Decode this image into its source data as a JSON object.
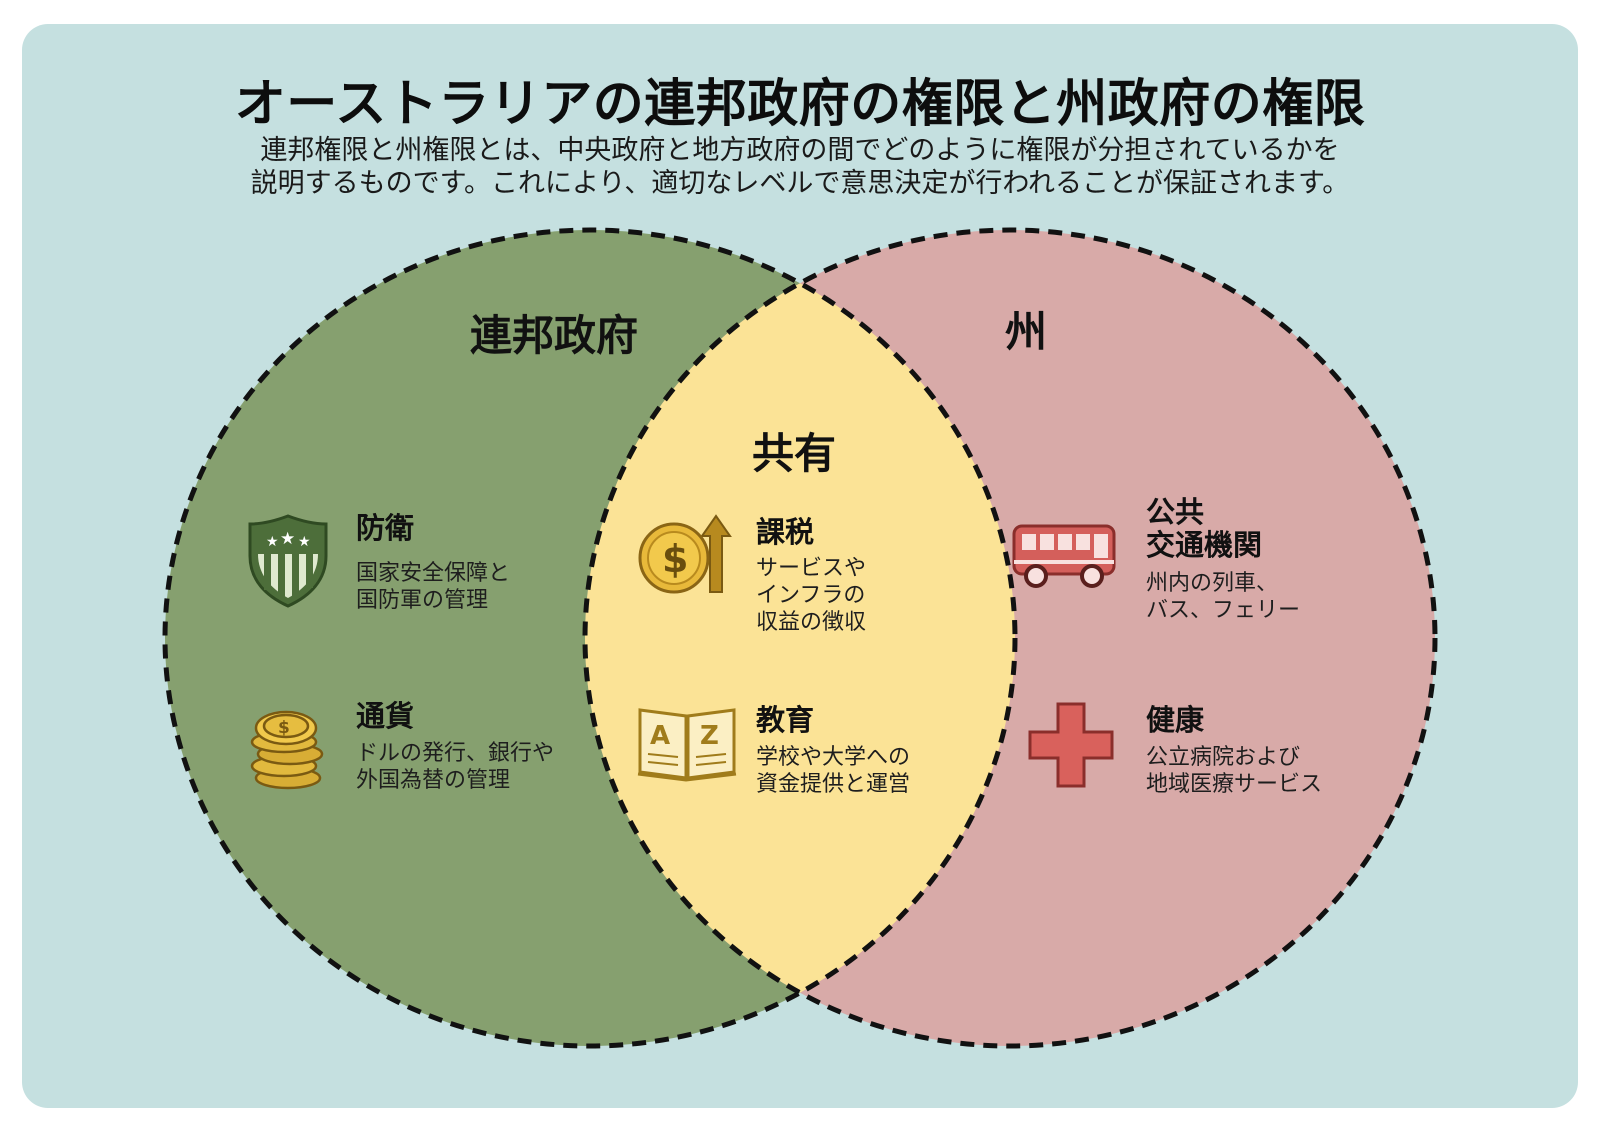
{
  "title": "オーストラリアの連邦政府の権限と州政府の権限",
  "subtitle": {
    "line1": "連邦権限と州権限とは、中央政府と地方政府の間でどのように権限が分担されているかを",
    "line2": "説明するものです。これにより、適切なレベルで意思決定が行われることが保証されます。"
  },
  "colors": {
    "background": "#c5e0e0",
    "federal": "#86a06f",
    "shared": "#fbe396",
    "state": "#d8aaa8",
    "icon_green": "#4d6e3a",
    "icon_gold": "#d8ad35",
    "icon_red": "#d45f5b"
  },
  "federal": {
    "heading": "連邦政府",
    "items": [
      {
        "title": "防衛",
        "desc": [
          "国家安全保障と",
          "国防軍の管理"
        ],
        "icon": "shield-icon"
      },
      {
        "title": "通貨",
        "desc": [
          "ドルの発行、銀行や",
          "外国為替の管理"
        ],
        "icon": "coin-stack-icon"
      }
    ]
  },
  "shared": {
    "heading": "共有",
    "items": [
      {
        "title": "課税",
        "desc": [
          "サービスや",
          "インフラの",
          "収益の徴収"
        ],
        "icon": "dollar-coin-arrow-icon"
      },
      {
        "title": "教育",
        "desc": [
          "学校や大学への",
          "資金提供と運営"
        ],
        "icon": "open-book-icon"
      }
    ]
  },
  "state": {
    "heading": "州",
    "items": [
      {
        "title": [
          "公共",
          "交通機関"
        ],
        "desc": [
          "州内の列車、",
          "バス、フェリー"
        ],
        "icon": "bus-icon"
      },
      {
        "title": "健康",
        "desc": [
          "公立病院および",
          "地域医療サービス"
        ],
        "icon": "medical-cross-icon"
      }
    ]
  }
}
